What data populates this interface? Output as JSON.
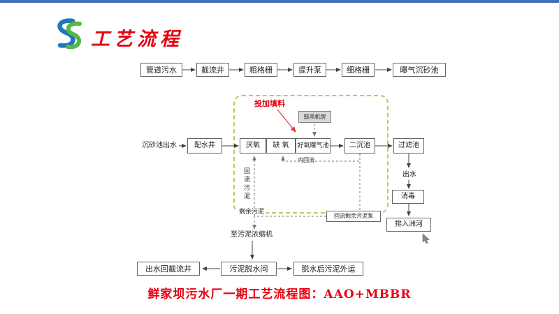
{
  "slide": {
    "title": "工艺流程",
    "caption": "鲜家坝污水厂一期工艺流程图：AAO+MBBR"
  },
  "flow": {
    "row1": [
      "管道污水",
      "截流井",
      "粗格栅",
      "提升泵",
      "细格栅",
      "曝气沉砂池"
    ],
    "inlet_label": "沉砂池出水",
    "distribution_well": "配水井",
    "anaerobic": "厌氧",
    "anoxic": "缺 氧",
    "aerobic": "好氧曝气池",
    "secondary_clarifier": "二沉池",
    "filter_tank": "过滤池",
    "add_filler": "投加填料",
    "blower_room": "鼓风机房",
    "internal_reflux": "内回流",
    "return_sludge": "回流污泥",
    "surplus_sludge": "剩余污泥",
    "reflux_surplus_pump": "回流剩余污泥泵",
    "to_thickener": "至污泥浓缩机",
    "effluent": "出水",
    "disinfection": "消毒",
    "discharge_river": "排入洲河",
    "bottom_left": "出水回截流井",
    "dewatering_room": "污泥脱水间",
    "sludge_out": "脱水后污泥外运"
  },
  "colors": {
    "accent_blue": "#3f6fb5",
    "title_red": "#e60012",
    "outline_green": "#bcc95e",
    "box_border": "#666666",
    "blower_fill": "#d9d9d9"
  }
}
